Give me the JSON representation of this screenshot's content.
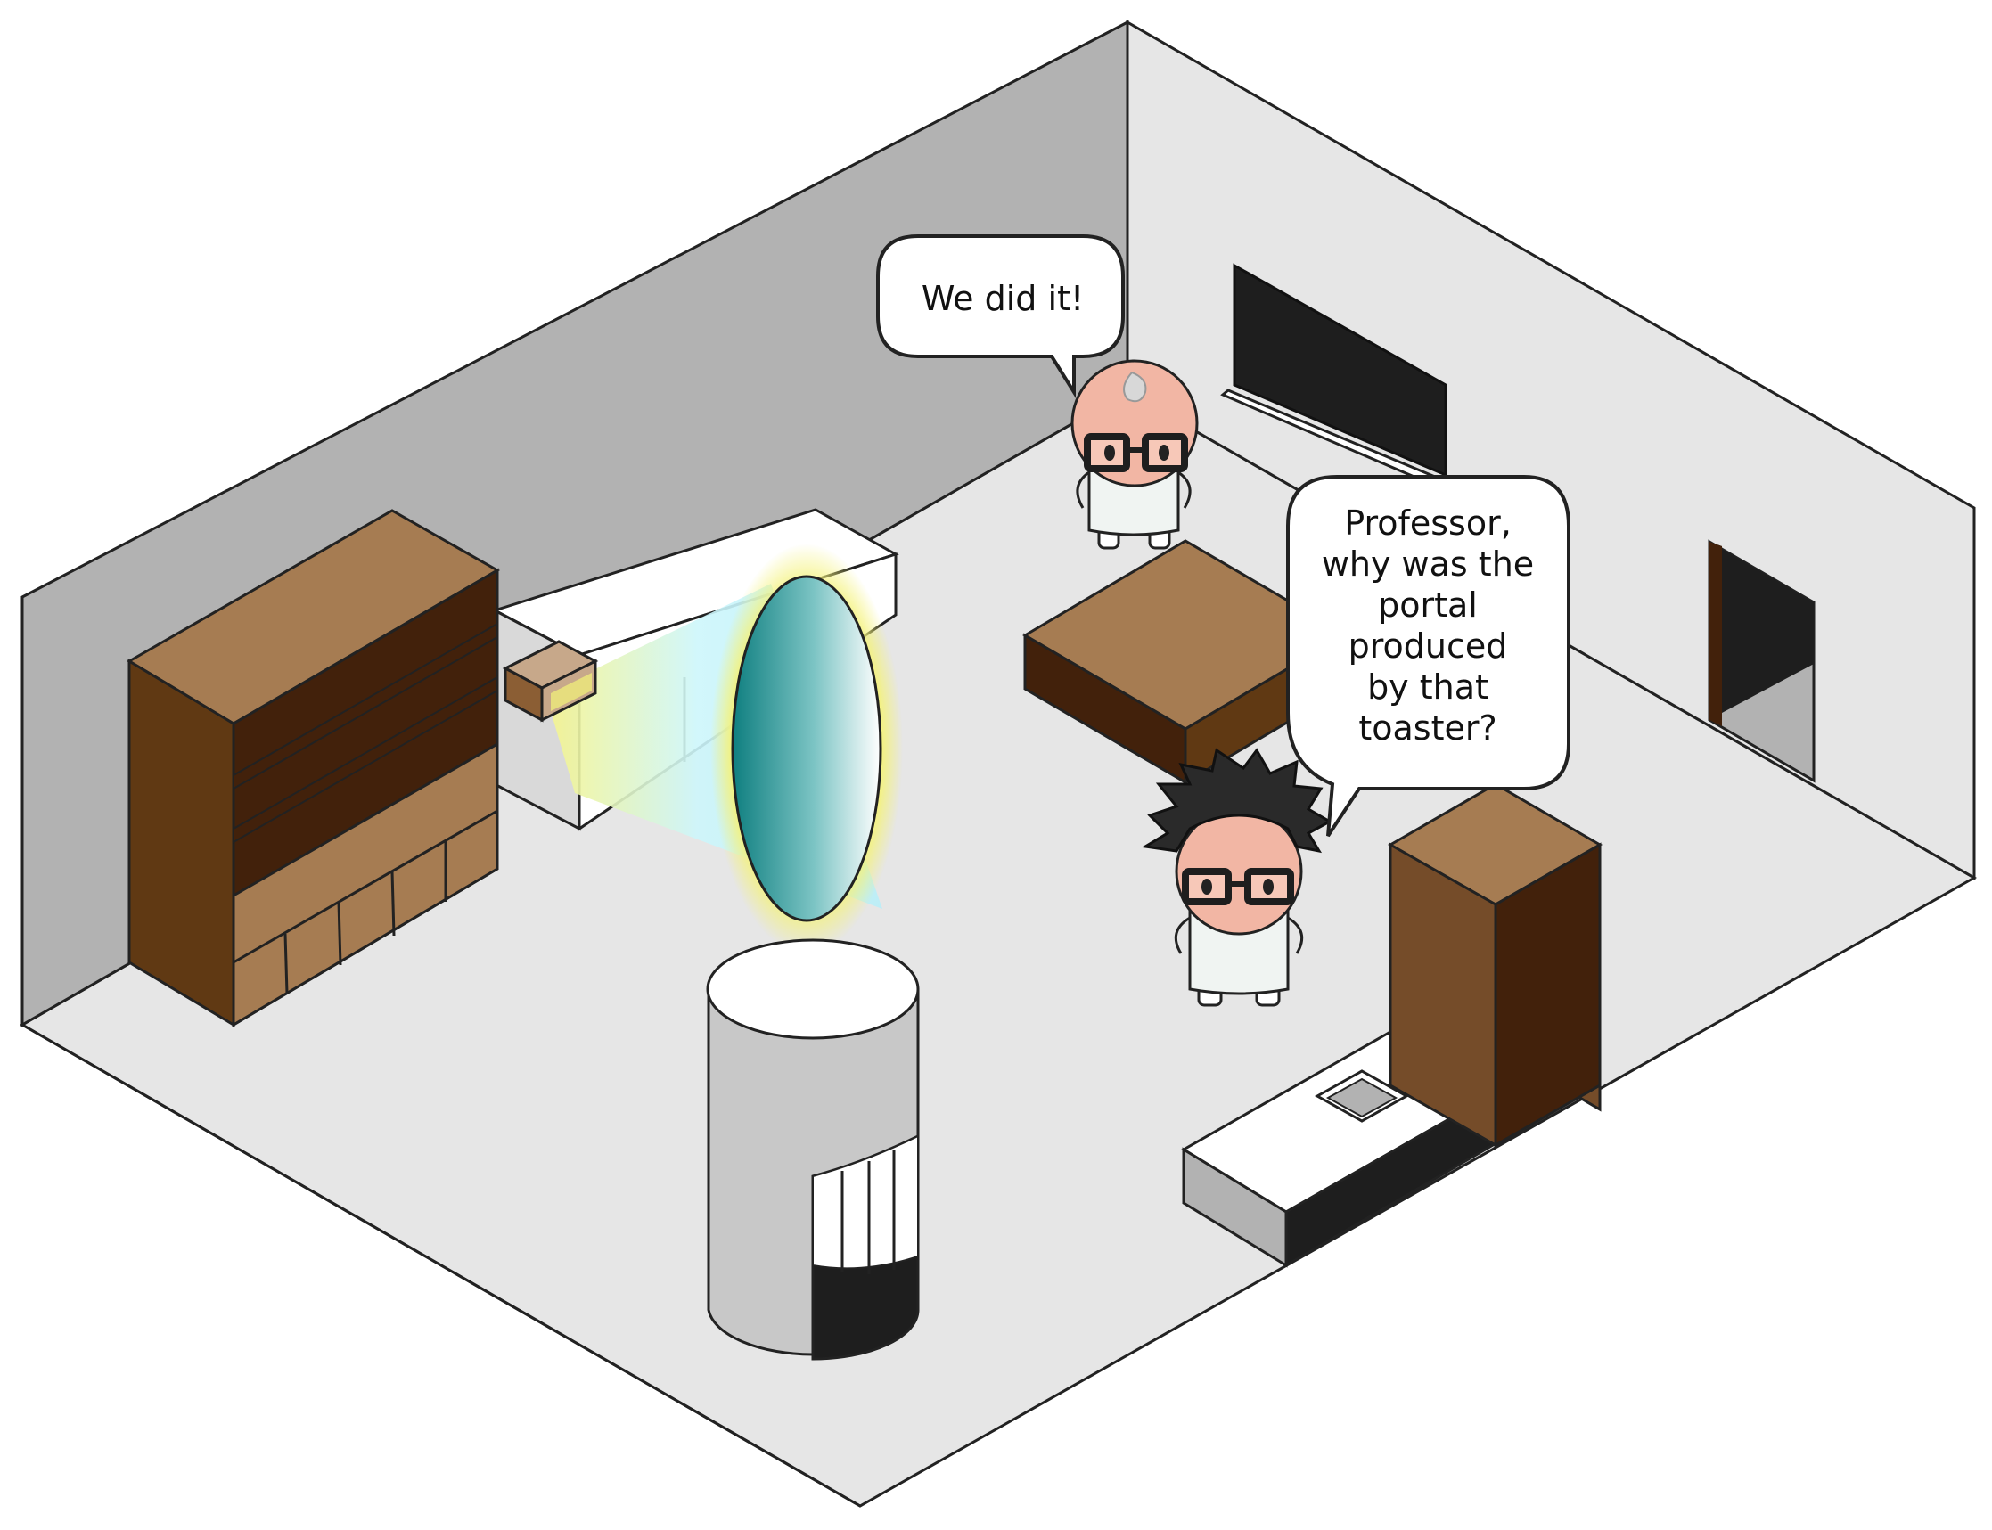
{
  "speech_bubbles": {
    "professor": {
      "lines": [
        "We did it!"
      ]
    },
    "student": {
      "lines": [
        "Professor,",
        "why was the",
        "portal",
        "produced",
        "by that",
        "toaster?"
      ]
    }
  },
  "colors": {
    "back_wall": "#b2b2b2",
    "right_wall": "#e6e6e6",
    "floor": "#e6e6e6",
    "wood_top": "#a67c52",
    "wood_mid": "#754c29",
    "wood_dark": "#42210b",
    "wood_side": "#603913",
    "portal_teal": "#138a8a",
    "portal_glow": "#f0f07a",
    "beam": "#c8f5fb",
    "skin": "#f2b6a4",
    "dark": "#1e1e1e"
  }
}
